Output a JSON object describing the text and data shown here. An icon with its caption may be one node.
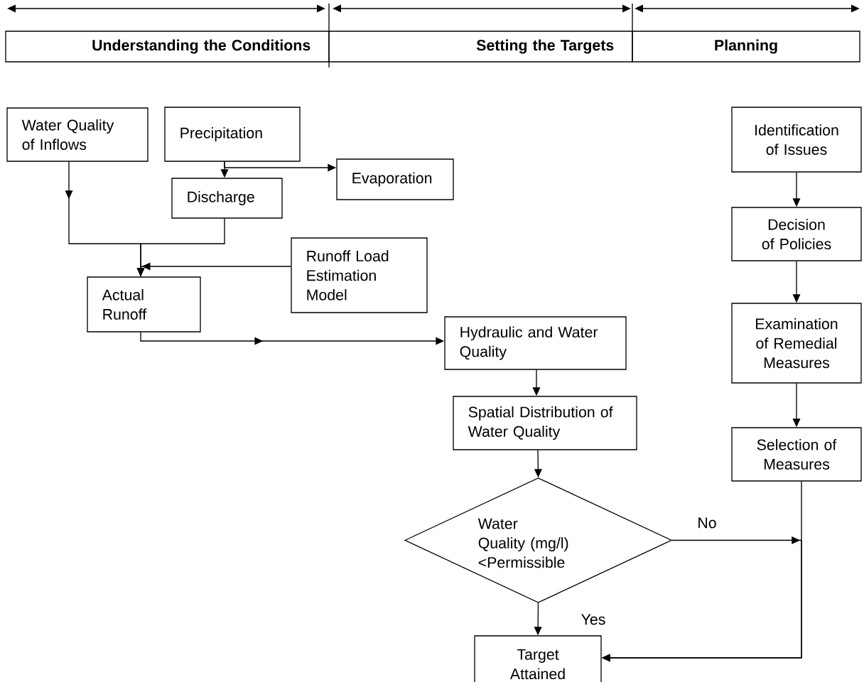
{
  "diagram": {
    "nodes": [
      {
        "text": [
          "Understanding the Conditions"
        ]
      },
      {
        "text": [
          "Setting the Targets"
        ]
      },
      {
        "text": [
          "Planning"
        ]
      },
      {
        "text": [
          "Water Quality of Inflows"
        ]
      },
      {
        "text": [
          "Precipitation"
        ]
      },
      {
        "text": [
          "Evaporation"
        ]
      },
      {
        "text": [
          "Discharge"
        ]
      },
      {
        "text": [
          "Runoff Load Estimation Model"
        ]
      },
      {
        "text": [
          "Actual Runoff"
        ]
      },
      {
        "text": [
          "Hydraulic and Water Quality"
        ]
      },
      {
        "text": [
          "Spatial Distribution of Water Quality"
        ]
      },
      {
        "text": [
          "Water Quality (mg/l) <Permissible"
        ]
      },
      {
        "text": [
          "Target Attained"
        ]
      },
      {
        "text": [
          "Identification of Issues"
        ]
      },
      {
        "text": [
          "Decision of Policies"
        ]
      },
      {
        "text": [
          "Examination of Remedial Measures"
        ]
      },
      {
        "text": [
          "Selection of Measures"
        ]
      }
    ],
    "edges": [
      {
        "from": 3,
        "to": 8,
        "arrow": "to"
      },
      {
        "from": 6,
        "to": 8,
        "arrow": "none"
      },
      {
        "from": 4,
        "to": 6,
        "arrow": "to"
      },
      {
        "from": 4,
        "to": 5,
        "arrow": "to"
      },
      {
        "from": 7,
        "to": 8,
        "arrow": "to"
      },
      {
        "from": 8,
        "to": 9,
        "arrow": "to"
      },
      {
        "from": 9,
        "to": 10,
        "arrow": "to"
      },
      {
        "from": 10,
        "to": 11,
        "arrow": "to"
      },
      {
        "from": 11,
        "to": 12,
        "arrow": "to",
        "label": "Yes"
      },
      {
        "from": 11,
        "to": 12,
        "arrow": "to",
        "label": "No"
      },
      {
        "from": 16,
        "to": 12,
        "arrow": "to"
      },
      {
        "from": 13,
        "to": 14,
        "arrow": "to"
      },
      {
        "from": 14,
        "to": 15,
        "arrow": "to"
      },
      {
        "from": 15,
        "to": 16,
        "arrow": "to"
      }
    ]
  }
}
